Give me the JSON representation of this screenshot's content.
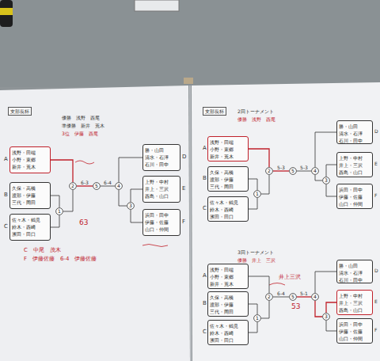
{
  "diagram": {
    "nodes": [
      {
        "text": [
          "支部長杯"
        ]
      },
      {
        "text": [
          "浅野・田端",
          "小野・東郷",
          "新井・荒木"
        ]
      },
      {
        "text": [
          "久保・高橋",
          "渡部・伊藤",
          "三代・岡田"
        ]
      },
      {
        "text": [
          "佐々木・鶴見",
          "鈴木・西崎",
          "濱田・田口"
        ]
      },
      {
        "text": [
          "1"
        ]
      },
      {
        "text": [
          "2"
        ]
      },
      {
        "text": [
          "5"
        ]
      },
      {
        "text": [
          "4"
        ]
      },
      {
        "text": [
          "3"
        ]
      },
      {
        "text": [
          "勝・山田",
          "清水・石澤",
          "石川・田中"
        ]
      },
      {
        "text": [
          "上野・中村",
          "井上・三沢",
          "西島・山口"
        ]
      },
      {
        "text": [
          "浜田・田中",
          "伊藤・佐藤",
          "山口・仲間"
        ]
      },
      {
        "text": [
          "支部長杯"
        ]
      },
      {
        "text": [
          "浅野・田端",
          "小野・東郷",
          "新井・荒木"
        ]
      },
      {
        "text": [
          "久保・高橋",
          "渡部・伊藤",
          "三代・岡田"
        ]
      },
      {
        "text": [
          "佐々木・鶴見",
          "鈴木・西崎",
          "濱田・田口"
        ]
      },
      {
        "text": [
          "1"
        ]
      },
      {
        "text": [
          "2"
        ]
      },
      {
        "text": [
          "5"
        ]
      },
      {
        "text": [
          "4"
        ]
      },
      {
        "text": [
          "3"
        ]
      },
      {
        "text": [
          "勝・山田",
          "清水・石澤",
          "石川・田中"
        ]
      },
      {
        "text": [
          "上野・中村",
          "井上・三沢",
          "西島・山口"
        ]
      },
      {
        "text": [
          "浜田・田中",
          "伊藤・佐藤",
          "山口・仲間"
        ]
      },
      {
        "text": [
          "浅野・田端",
          "小野・東郷",
          "新井・荒木"
        ]
      },
      {
        "text": [
          "久保・高橋",
          "渡部・伊藤",
          "三代・岡田"
        ]
      },
      {
        "text": [
          "佐々木・鶴見",
          "鈴木・西崎",
          "濱田・田口"
        ]
      },
      {
        "text": [
          "1"
        ]
      },
      {
        "text": [
          "2"
        ]
      },
      {
        "text": [
          "5"
        ]
      },
      {
        "text": [
          "4"
        ]
      },
      {
        "text": [
          "3"
        ]
      },
      {
        "text": [
          "勝・山田",
          "清水・石澤",
          "石川・田中"
        ]
      },
      {
        "text": [
          "上野・中村",
          "井上・三沢",
          "西島・山口"
        ]
      },
      {
        "text": [
          "浜田・田中",
          "伊藤・佐藤",
          "山口・仲間"
        ]
      }
    ],
    "edges": [
      {
        "from": 2,
        "to": 4,
        "arrow": "none"
      },
      {
        "from": 3,
        "to": 4,
        "arrow": "none"
      },
      {
        "from": 1,
        "to": 5,
        "arrow": "none"
      },
      {
        "from": 4,
        "to": 5,
        "arrow": "none"
      },
      {
        "from": 5,
        "to": 6,
        "label": "6-3",
        "arrow": "none"
      },
      {
        "from": 10,
        "to": 8,
        "arrow": "none"
      },
      {
        "from": 11,
        "to": 8,
        "arrow": "none"
      },
      {
        "from": 9,
        "to": 7,
        "arrow": "none"
      },
      {
        "from": 8,
        "to": 7,
        "arrow": "none"
      },
      {
        "from": 7,
        "to": 6,
        "label": "6-4",
        "arrow": "none"
      },
      {
        "from": 14,
        "to": 16,
        "arrow": "none"
      },
      {
        "from": 15,
        "to": 16,
        "arrow": "none"
      },
      {
        "from": 13,
        "to": 17,
        "arrow": "none"
      },
      {
        "from": 16,
        "to": 17,
        "arrow": "none"
      },
      {
        "from": 17,
        "to": 18,
        "label": "5-3",
        "arrow": "none"
      },
      {
        "from": 22,
        "to": 20,
        "arrow": "none"
      },
      {
        "from": 23,
        "to": 20,
        "arrow": "none"
      },
      {
        "from": 21,
        "to": 19,
        "arrow": "none"
      },
      {
        "from": 20,
        "to": 19,
        "arrow": "none"
      },
      {
        "from": 19,
        "to": 18,
        "label": "5-3",
        "arrow": "none"
      },
      {
        "from": 25,
        "to": 27,
        "arrow": "none"
      },
      {
        "from": 26,
        "to": 27,
        "arrow": "none"
      },
      {
        "from": 24,
        "to": 28,
        "arrow": "none"
      },
      {
        "from": 27,
        "to": 28,
        "arrow": "none"
      },
      {
        "from": 28,
        "to": 29,
        "label": "6-4",
        "arrow": "none"
      },
      {
        "from": 33,
        "to": 31,
        "arrow": "none"
      },
      {
        "from": 34,
        "to": 31,
        "arrow": "none"
      },
      {
        "from": 32,
        "to": 30,
        "arrow": "none"
      },
      {
        "from": 31,
        "to": 30,
        "arrow": "none"
      },
      {
        "from": 30,
        "to": 29,
        "label": "5-1",
        "arrow": "none"
      }
    ],
    "labels": [
      "A",
      "B",
      "C",
      "D",
      "E",
      "F",
      "優勝　浅野　西尾",
      "準優勝　新井　荒木",
      "3位　伊藤　西尾",
      "63",
      "C　中尾　茂木",
      "F　伊藤佐藤　6-4　伊藤佐藤",
      "A",
      "B",
      "C",
      "D",
      "E",
      "F",
      "2回トーナメント",
      "優勝　浅野　西尾",
      "A",
      "B",
      "C",
      "D",
      "E",
      "F",
      "3回トーナメント",
      "優勝　井上　三沢",
      "井上三沢",
      "53"
    ]
  }
}
